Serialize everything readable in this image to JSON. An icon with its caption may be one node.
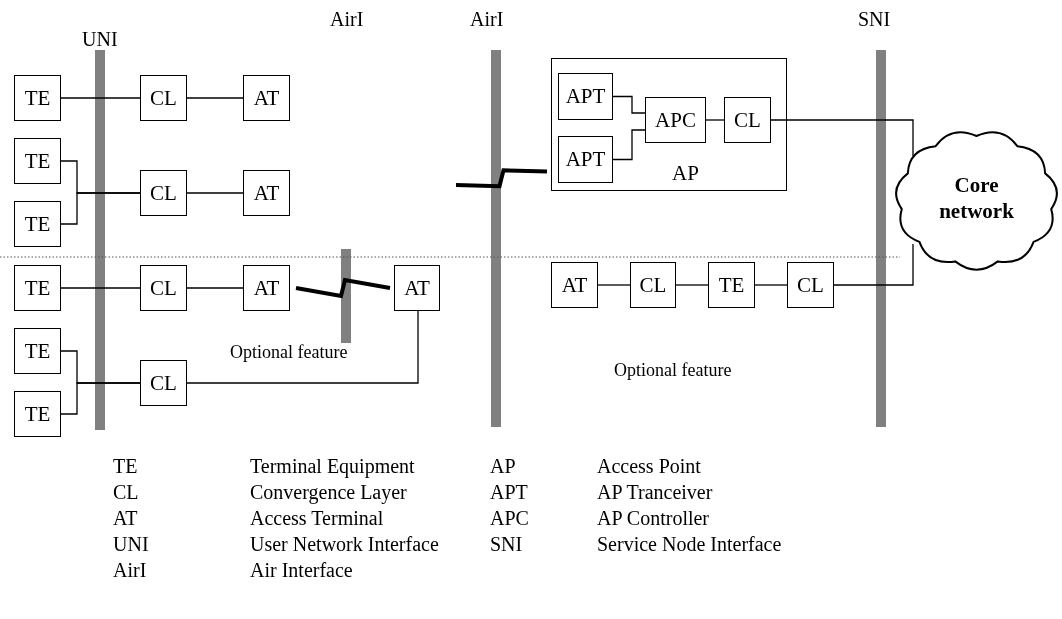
{
  "diagram": {
    "nodes": [
      {
        "text": [
          "TE"
        ]
      },
      {
        "text": [
          "CL"
        ]
      },
      {
        "text": [
          "AT"
        ]
      },
      {
        "text": [
          "TE"
        ]
      },
      {
        "text": [
          "TE"
        ]
      },
      {
        "text": [
          "CL"
        ]
      },
      {
        "text": [
          "AT"
        ]
      },
      {
        "text": [
          "AP"
        ]
      },
      {
        "text": [
          "APT"
        ],
        "in": 7
      },
      {
        "text": [
          "APT"
        ],
        "in": 7
      },
      {
        "text": [
          "APC"
        ],
        "in": 7
      },
      {
        "text": [
          "CL"
        ],
        "in": 7
      },
      {
        "text": [
          "Core network"
        ]
      },
      {
        "text": [
          "TE"
        ]
      },
      {
        "text": [
          "CL"
        ]
      },
      {
        "text": [
          "AT"
        ]
      },
      {
        "text": [
          "AT"
        ]
      },
      {
        "text": [
          "AT"
        ]
      },
      {
        "text": [
          "CL"
        ]
      },
      {
        "text": [
          "TE"
        ]
      },
      {
        "text": [
          "CL"
        ]
      },
      {
        "text": [
          "TE"
        ]
      },
      {
        "text": [
          "TE"
        ]
      },
      {
        "text": [
          "CL"
        ]
      }
    ],
    "edges": [
      {
        "from": 0,
        "to": 1,
        "arrow": "none"
      },
      {
        "from": 1,
        "to": 2,
        "arrow": "none"
      },
      {
        "from": 3,
        "to": 5,
        "arrow": "none"
      },
      {
        "from": 4,
        "to": 5,
        "arrow": "none"
      },
      {
        "from": 5,
        "to": 6,
        "arrow": "none"
      },
      {
        "from": 8,
        "to": 10,
        "arrow": "none"
      },
      {
        "from": 9,
        "to": 10,
        "arrow": "none"
      },
      {
        "from": 10,
        "to": 11,
        "arrow": "none"
      },
      {
        "from": 11,
        "to": 12,
        "arrow": "none"
      },
      {
        "from": 13,
        "to": 14,
        "arrow": "none"
      },
      {
        "from": 14,
        "to": 15,
        "arrow": "none"
      },
      {
        "from": 15,
        "to": 16,
        "arrow": "none",
        "style": "thick"
      },
      {
        "from": null,
        "to": 7,
        "arrow": "none",
        "style": "thick"
      },
      {
        "from": 17,
        "to": 18,
        "arrow": "none"
      },
      {
        "from": 18,
        "to": 19,
        "arrow": "none"
      },
      {
        "from": 19,
        "to": 20,
        "arrow": "none"
      },
      {
        "from": 20,
        "to": 12,
        "arrow": "none"
      },
      {
        "from": 21,
        "to": 23,
        "arrow": "none"
      },
      {
        "from": 22,
        "to": 23,
        "arrow": "none"
      },
      {
        "from": 23,
        "to": 16,
        "arrow": "none"
      }
    ],
    "labels": [
      "UNI",
      "AirI",
      "AirI",
      "SNI",
      "Optional feature",
      "Optional feature",
      "TE",
      "Terminal Equipment",
      "AP",
      "Access Point",
      "CL",
      "Convergence Layer",
      "APT",
      "AP Tranceiver",
      "AT",
      "Access Terminal",
      "APC",
      "AP Controller",
      "UNI",
      "User Network Interface",
      "SNI",
      "Service Node Interface",
      "AirI",
      "Air Interface"
    ]
  }
}
